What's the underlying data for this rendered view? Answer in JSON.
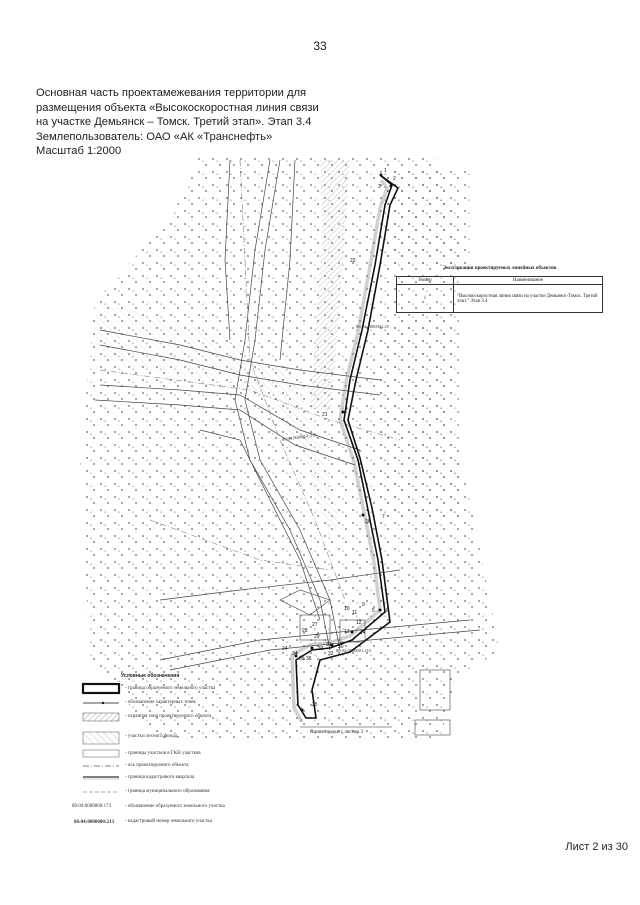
{
  "page_number": "33",
  "header": {
    "line1": "Основная часть проектамежевания территории для",
    "line2": "размещения объекта «Высокоскоростная линия связи",
    "line3": "на участке Демьянск – Томск. Третий этап». Этап 3.4",
    "line4": "Землепользователь: ОАО «АК «Транснефть»",
    "line5": "Масштаб 1:2000"
  },
  "table": {
    "title": "Экспликация проектируемых линейных объектов",
    "col1": "Номер",
    "col2": "Наименование",
    "row_num": "1",
    "row_name": "\"Высокоскоростная линия связи на участке Демьянск-Томск. Третий этап.\" Этап 3.4"
  },
  "legend": {
    "title": "Условные обозначения",
    "items": [
      "- граница образуемого земельного участка",
      "- обозначение характерных точек",
      "- охранная зона проектируемого объекта",
      "- участки лесного фонда",
      "- границы участков в ГКН участков",
      "- ось проектируемого объекта",
      "- граница кадастрового квартала",
      "- граница муниципального образования",
      "- обозначение образуемого земельного участка",
      "- кадастровый номер земельного участка"
    ],
    "code1": "86:04:0000000:173",
    "code2": "86:04:0000000:213"
  },
  "map_labels": {
    "match_line": "Линия сводки с листом 3",
    "quarter_a": "86:04:0000001:215",
    "quarter_b": "86:04:0000001:25",
    "points": [
      "1",
      "2",
      "3",
      "4",
      "5",
      "6",
      "7",
      "9",
      "10",
      "11",
      "12",
      "13",
      "14",
      "21",
      "22",
      "24",
      "25",
      "26",
      "27",
      "28",
      "29",
      "30",
      "31",
      "32",
      "33",
      "34",
      "35",
      "36"
    ]
  },
  "sheet": "Лист 2 из 30"
}
